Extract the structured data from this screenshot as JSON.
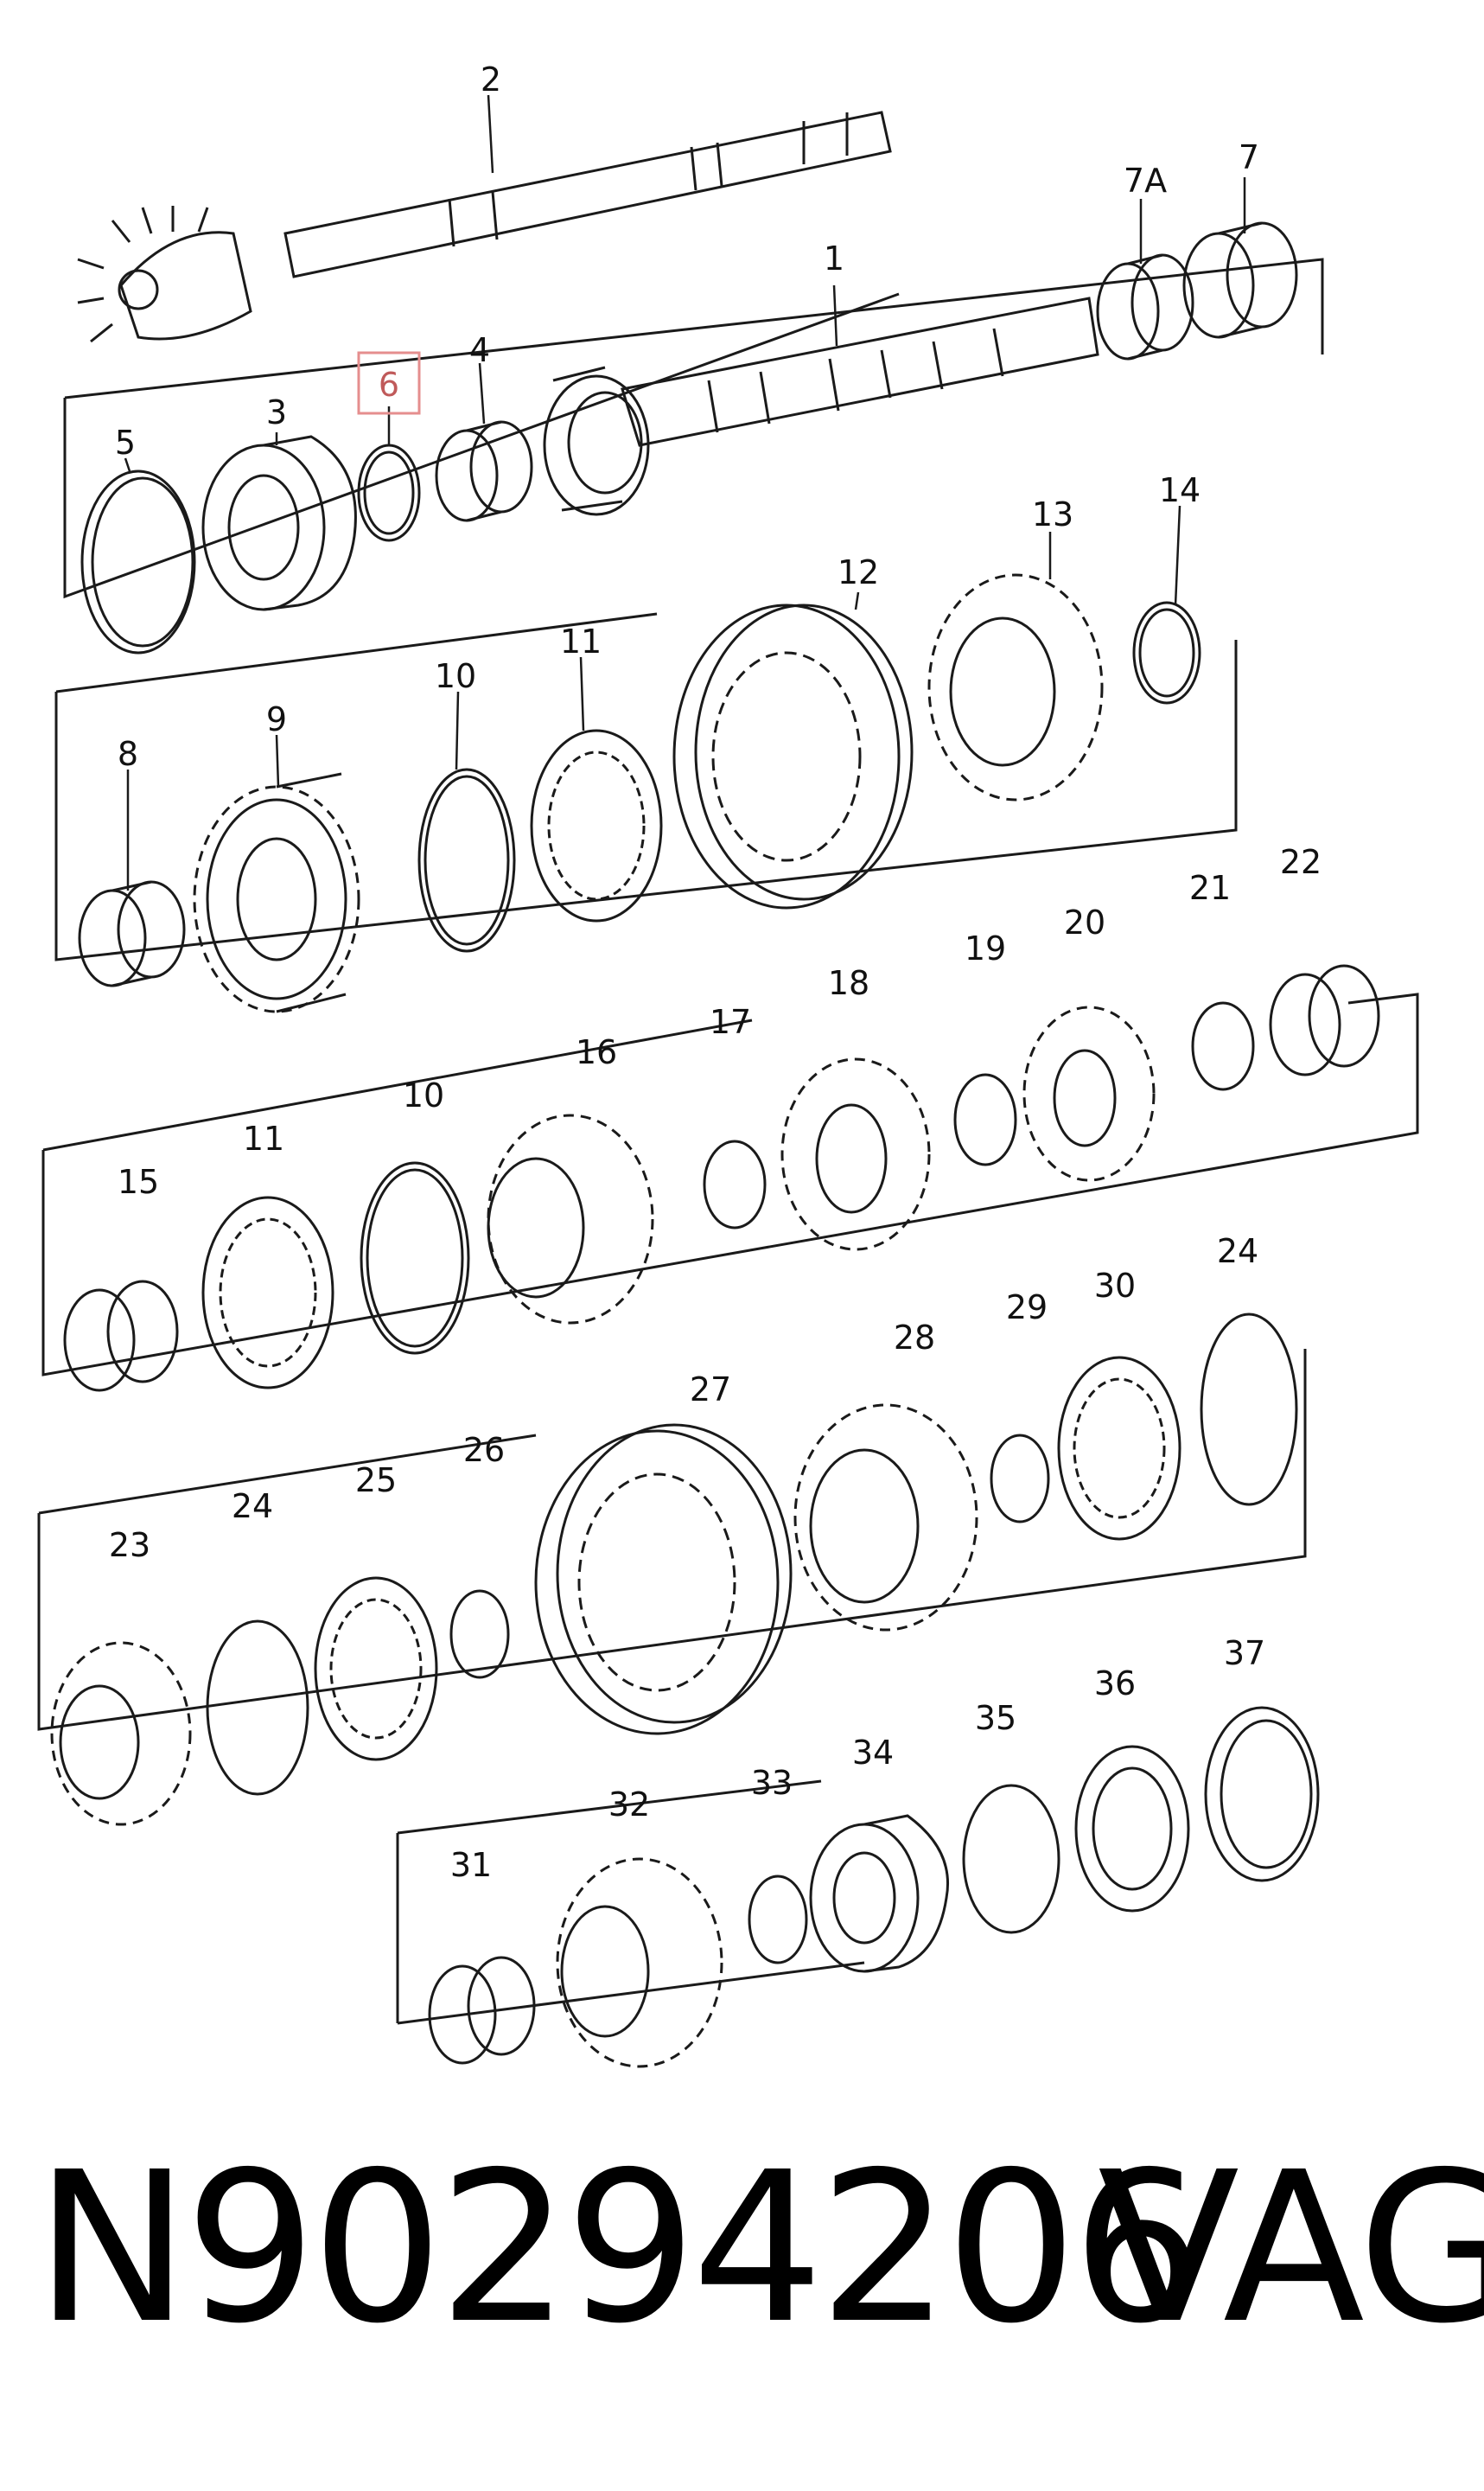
{
  "diagram": {
    "highlighted_part": "6",
    "labels": [
      "2",
      "1",
      "7A",
      "7",
      "3",
      "5",
      "6",
      "4",
      "12",
      "13",
      "14",
      "9",
      "10",
      "11",
      "8",
      "18",
      "17",
      "19",
      "20",
      "21",
      "22",
      "16",
      "10",
      "11",
      "15",
      "27",
      "28",
      "29",
      "30",
      "24",
      "23",
      "24",
      "25",
      "26",
      "32",
      "33",
      "34",
      "35",
      "36",
      "37",
      "31"
    ]
  },
  "footer": {
    "part_number": "N90294206",
    "brand": "VAG"
  },
  "colors": {
    "line": "#1a1a1a",
    "highlight_box": "#e58e8e"
  }
}
